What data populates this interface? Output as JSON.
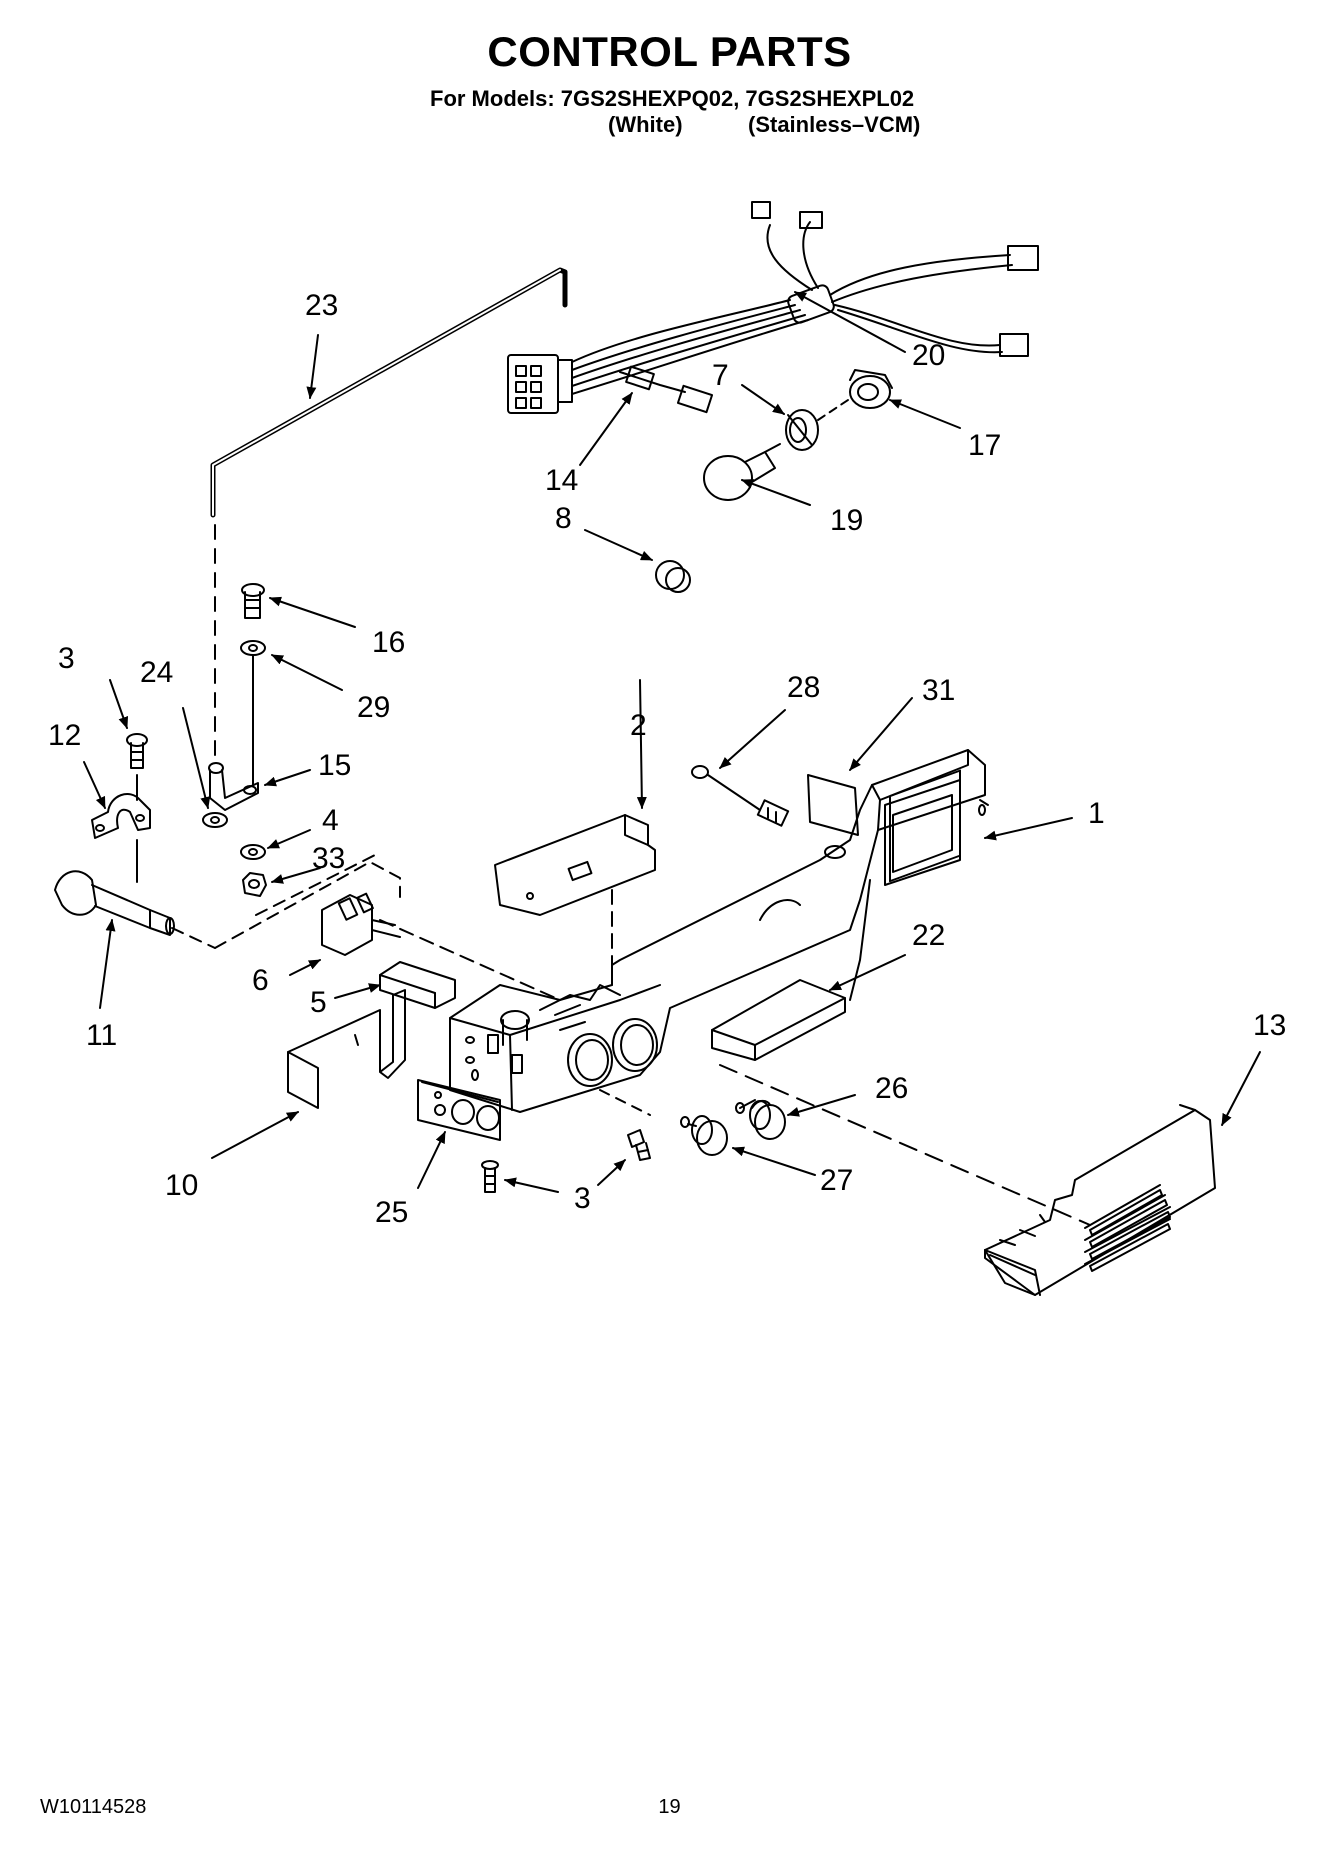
{
  "header": {
    "title": "CONTROL PARTS",
    "models_line": "For Models: 7GS2SHEXPQ02, 7GS2SHEXPL02",
    "variant_white": "(White)",
    "variant_stainless": "(Stainless–VCM)"
  },
  "callouts": [
    "1",
    "2",
    "3",
    "3",
    "4",
    "5",
    "6",
    "7",
    "8",
    "10",
    "11",
    "12",
    "13",
    "14",
    "15",
    "16",
    "17",
    "19",
    "20",
    "22",
    "23",
    "24",
    "25",
    "26",
    "27",
    "28",
    "29",
    "31",
    "33"
  ],
  "footer": {
    "doc_number": "W10114528",
    "page_number": "19"
  }
}
